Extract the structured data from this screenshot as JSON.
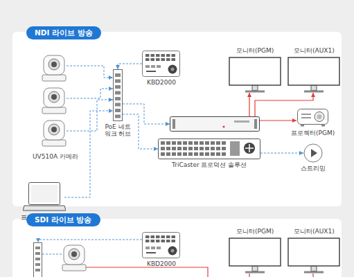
{
  "diagram": {
    "nodes": [
      {
        "text": [
          "NDI 라이브 방송"
        ]
      },
      {
        "text": [
          "UV510A 카메라"
        ]
      },
      {
        "text": [
          "PoE 네트워크 허브"
        ]
      },
      {
        "text": [
          "KBD2000"
        ]
      },
      {
        "text": [
          "모니터(PGM)"
        ]
      },
      {
        "text": [
          "모니터(AUX1)"
        ]
      },
      {
        "text": [
          "프리젠테이션 PC"
        ]
      },
      {
        "text": [
          "TriCaster 프로덕션 솔루션"
        ]
      },
      {
        "text": [
          "프로젝터(PGM)"
        ]
      },
      {
        "text": [
          "스트리밍"
        ]
      },
      {
        "text": [
          "SDI 라이브 방송"
        ]
      },
      {
        "text": [
          "KBD2000"
        ]
      },
      {
        "text": [
          "모니터(PGM)"
        ]
      },
      {
        "text": [
          "모니터(AUX1)"
        ]
      }
    ],
    "edges": [
      {
        "from": 1,
        "to": 2,
        "arrow": "to"
      },
      {
        "from": 6,
        "to": 2,
        "arrow": "to"
      },
      {
        "from": 3,
        "to": 2,
        "arrow": "to"
      },
      {
        "from": 2,
        "to": 7,
        "arrow": "to"
      },
      {
        "from": 7,
        "to": 4,
        "arrow": "to"
      },
      {
        "from": 7,
        "to": 5,
        "arrow": "to"
      },
      {
        "from": 7,
        "to": 8,
        "arrow": "to"
      },
      {
        "from": 7,
        "to": 9,
        "arrow": "to"
      }
    ]
  }
}
